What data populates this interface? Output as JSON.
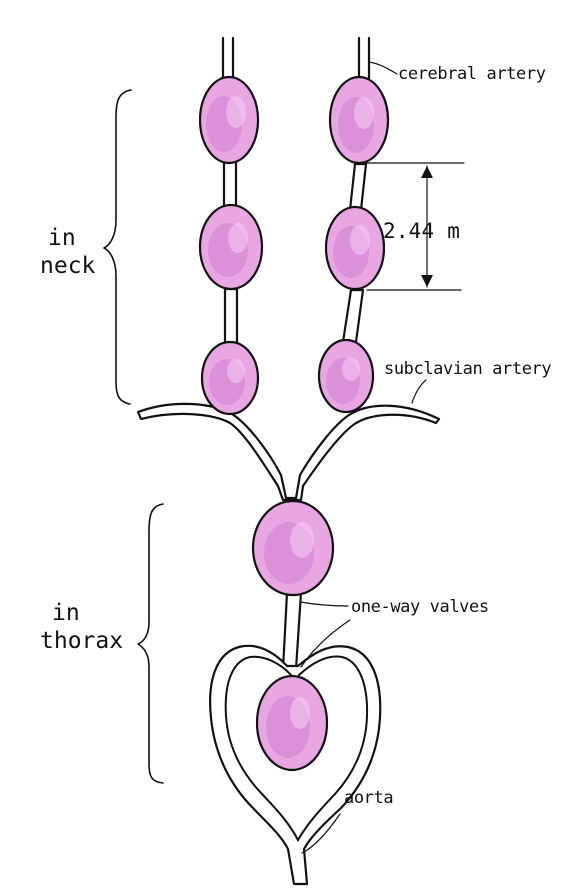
{
  "labels": {
    "cerebral_artery": "cerebral artery",
    "subclavian_artery": "subclavian artery",
    "one_way_valves": "one-way valves",
    "aorta": "aorta",
    "measure": "2.44 m",
    "neck_line_1": "in",
    "neck_line_2": "neck",
    "thorax_line_1": "in",
    "thorax_line_2": "thorax"
  },
  "colors": {
    "sac_fill": "#e8a6e3",
    "outline": "#111111",
    "background": "#ffffff"
  }
}
